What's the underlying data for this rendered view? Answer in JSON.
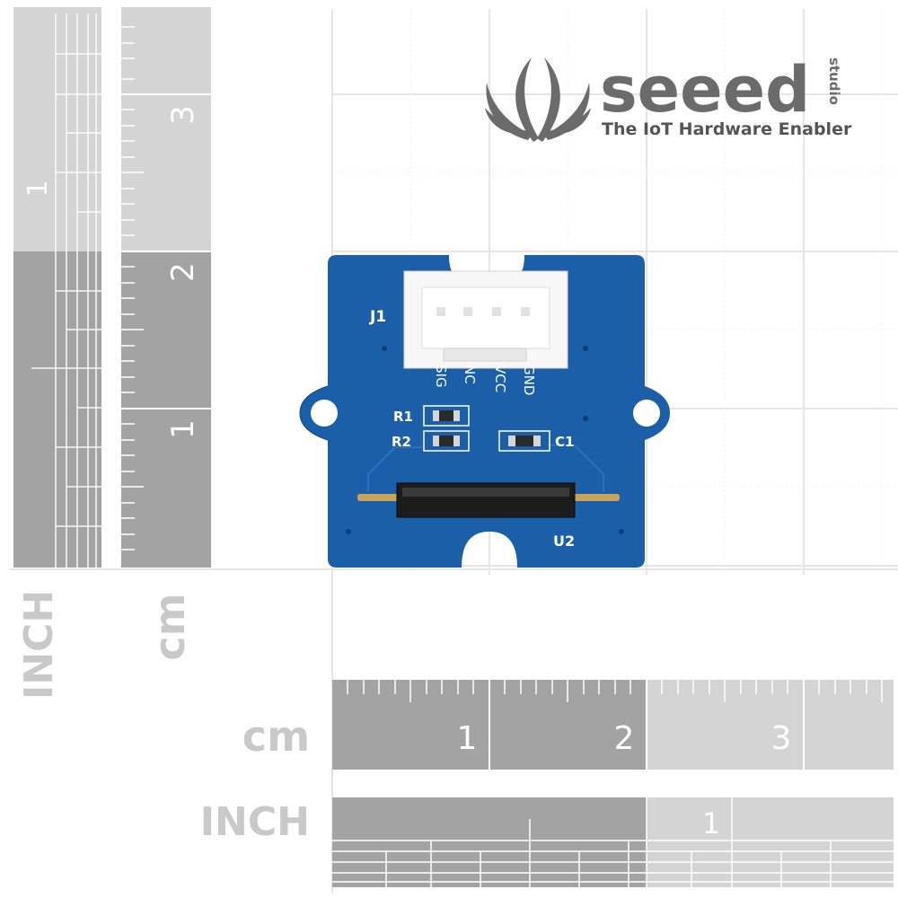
{
  "brand": {
    "name": "seeed",
    "tag": "studio",
    "tagline": "The IoT Hardware Enabler",
    "logo_color": "#6b6b6b"
  },
  "ruler_left_inch": {
    "unit_label": "INCH",
    "tick_labels": [
      "1"
    ]
  },
  "ruler_left_cm": {
    "unit_label": "cm",
    "tick_labels": [
      "3",
      "2",
      "1"
    ]
  },
  "ruler_bottom_cm": {
    "unit_label": "cm",
    "tick_labels": [
      "1",
      "2",
      "3"
    ]
  },
  "ruler_bottom_inch": {
    "unit_label": "INCH",
    "tick_labels": [
      "1"
    ]
  },
  "board": {
    "color": "#1b5fa8",
    "connector": "J1",
    "pins": [
      "SIG",
      "NC",
      "VCC",
      "GND"
    ],
    "components": {
      "r1": "R1",
      "r2": "R2",
      "c1": "C1",
      "u2": "U2"
    }
  }
}
